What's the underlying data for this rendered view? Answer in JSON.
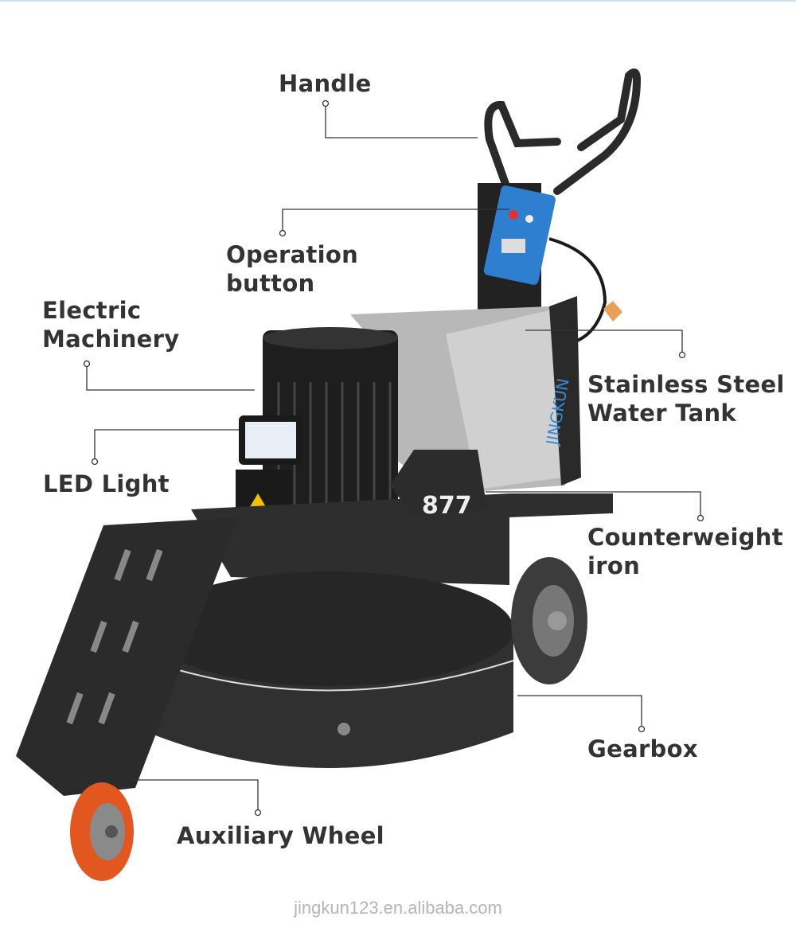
{
  "labels": {
    "handle": "Handle",
    "operation_button": [
      "Operation",
      "button"
    ],
    "electric_machinery": [
      "Electric",
      "Machinery"
    ],
    "led_light": "LED Light",
    "water_tank": [
      "Stainless Steel",
      "Water Tank"
    ],
    "counterweight": [
      "Counterweight",
      "iron"
    ],
    "gearbox": "Gearbox",
    "auxiliary_wheel": "Auxiliary Wheel"
  },
  "machine": {
    "model_number": "877",
    "brand_mark": "JINGKUN"
  },
  "watermark": "jingkun123.en.alibaba.com",
  "colors": {
    "text": "#333333",
    "leader_line": "#333333",
    "machine_body": "#2b2b2b",
    "steel": "#bdbdbd",
    "control_box": "#2f7fd0",
    "wheel_orange": "#e2561f"
  }
}
